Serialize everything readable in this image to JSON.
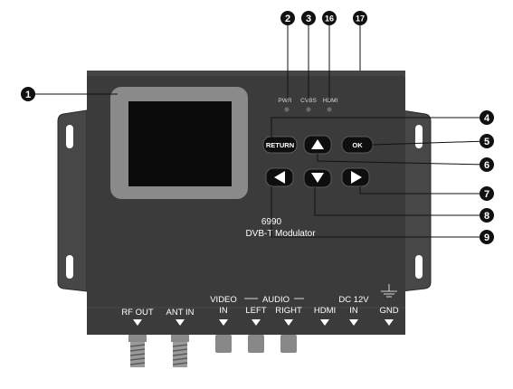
{
  "leds": {
    "pwr": "PWR",
    "cvbs": "CVBS",
    "hdmi": "HDMI"
  },
  "buttons": {
    "return": "RETURN",
    "ok": "OK"
  },
  "model": {
    "line1": "6990",
    "line2": "DVB-T Modulator"
  },
  "ports": {
    "rf_out": "RF OUT",
    "ant_in": "ANT IN",
    "video_top": "VIDEO",
    "video_bottom": "IN",
    "audio": "AUDIO",
    "left": "LEFT",
    "right": "RIGHT",
    "hdmi": "HDMI",
    "dc_top": "DC 12V",
    "dc_bottom": "IN",
    "gnd": "GND"
  },
  "callouts": [
    "1",
    "2",
    "3",
    "16",
    "17",
    "4",
    "5",
    "6",
    "7",
    "8",
    "9"
  ],
  "colors": {
    "body": "#3a3a3a",
    "ear": "#454545",
    "screen_bezel": "#8a8a8a",
    "screen": "#0b0b0b",
    "callout": "#111111"
  }
}
